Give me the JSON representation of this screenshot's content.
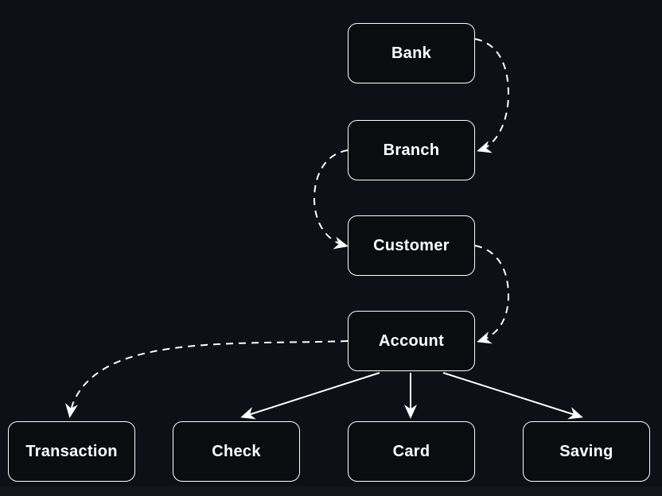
{
  "diagram": {
    "nodes": {
      "bank": {
        "label": "Bank"
      },
      "branch": {
        "label": "Branch"
      },
      "customer": {
        "label": "Customer"
      },
      "account": {
        "label": "Account"
      },
      "transaction": {
        "label": "Transaction"
      },
      "check": {
        "label": "Check"
      },
      "card": {
        "label": "Card"
      },
      "saving": {
        "label": "Saving"
      }
    },
    "edges": [
      {
        "from": "Bank",
        "to": "Branch",
        "line": "dashed",
        "arrow": "arrowhead"
      },
      {
        "from": "Branch",
        "to": "Customer",
        "line": "dashed",
        "arrow": "arrowhead"
      },
      {
        "from": "Customer",
        "to": "Account",
        "line": "dashed",
        "arrow": "arrowhead"
      },
      {
        "from": "Account",
        "to": "Transaction",
        "line": "dashed",
        "arrow": "arrowhead"
      },
      {
        "from": "Account",
        "to": "Check",
        "line": "solid",
        "arrow": "arrowhead"
      },
      {
        "from": "Account",
        "to": "Card",
        "line": "solid",
        "arrow": "arrowhead"
      },
      {
        "from": "Account",
        "to": "Saving",
        "line": "solid",
        "arrow": "arrowhead"
      }
    ],
    "colors": {
      "background": "#0d1016",
      "footer_background": "#14161d",
      "node_fill": "#0a0c10",
      "node_border": "#ffffff",
      "node_text": "#ffffff",
      "edge_stroke": "#ffffff"
    }
  }
}
